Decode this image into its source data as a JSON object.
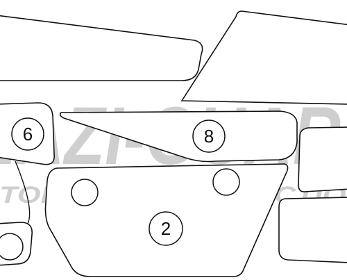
{
  "watermark": {
    "logo_text": "EAZI-GUARD",
    "tagline": "STONE CHIP PROTECTION",
    "color": "#cfcfcf"
  },
  "parts": [
    {
      "id": "piece-6",
      "label": "6"
    },
    {
      "id": "piece-8",
      "label": "8"
    },
    {
      "id": "piece-2",
      "label": "2"
    }
  ],
  "colors": {
    "outline": "#111111",
    "background": "#ffffff"
  }
}
